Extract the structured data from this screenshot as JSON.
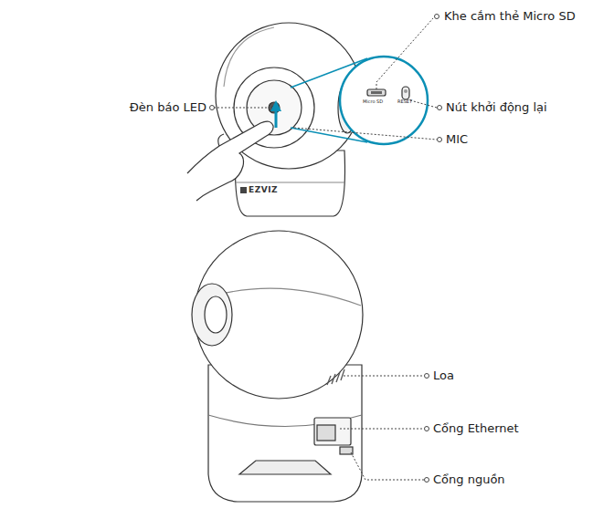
{
  "diagram": {
    "labels": [
      "Khe cắm thẻ Micro SD",
      "Đèn báo LED",
      "Nút khởi động lại",
      "MIC",
      "Micro SD",
      "RESET",
      "EZVIZ",
      "Loa",
      "Cổng Ethernet",
      "Cổng nguồn"
    ]
  }
}
